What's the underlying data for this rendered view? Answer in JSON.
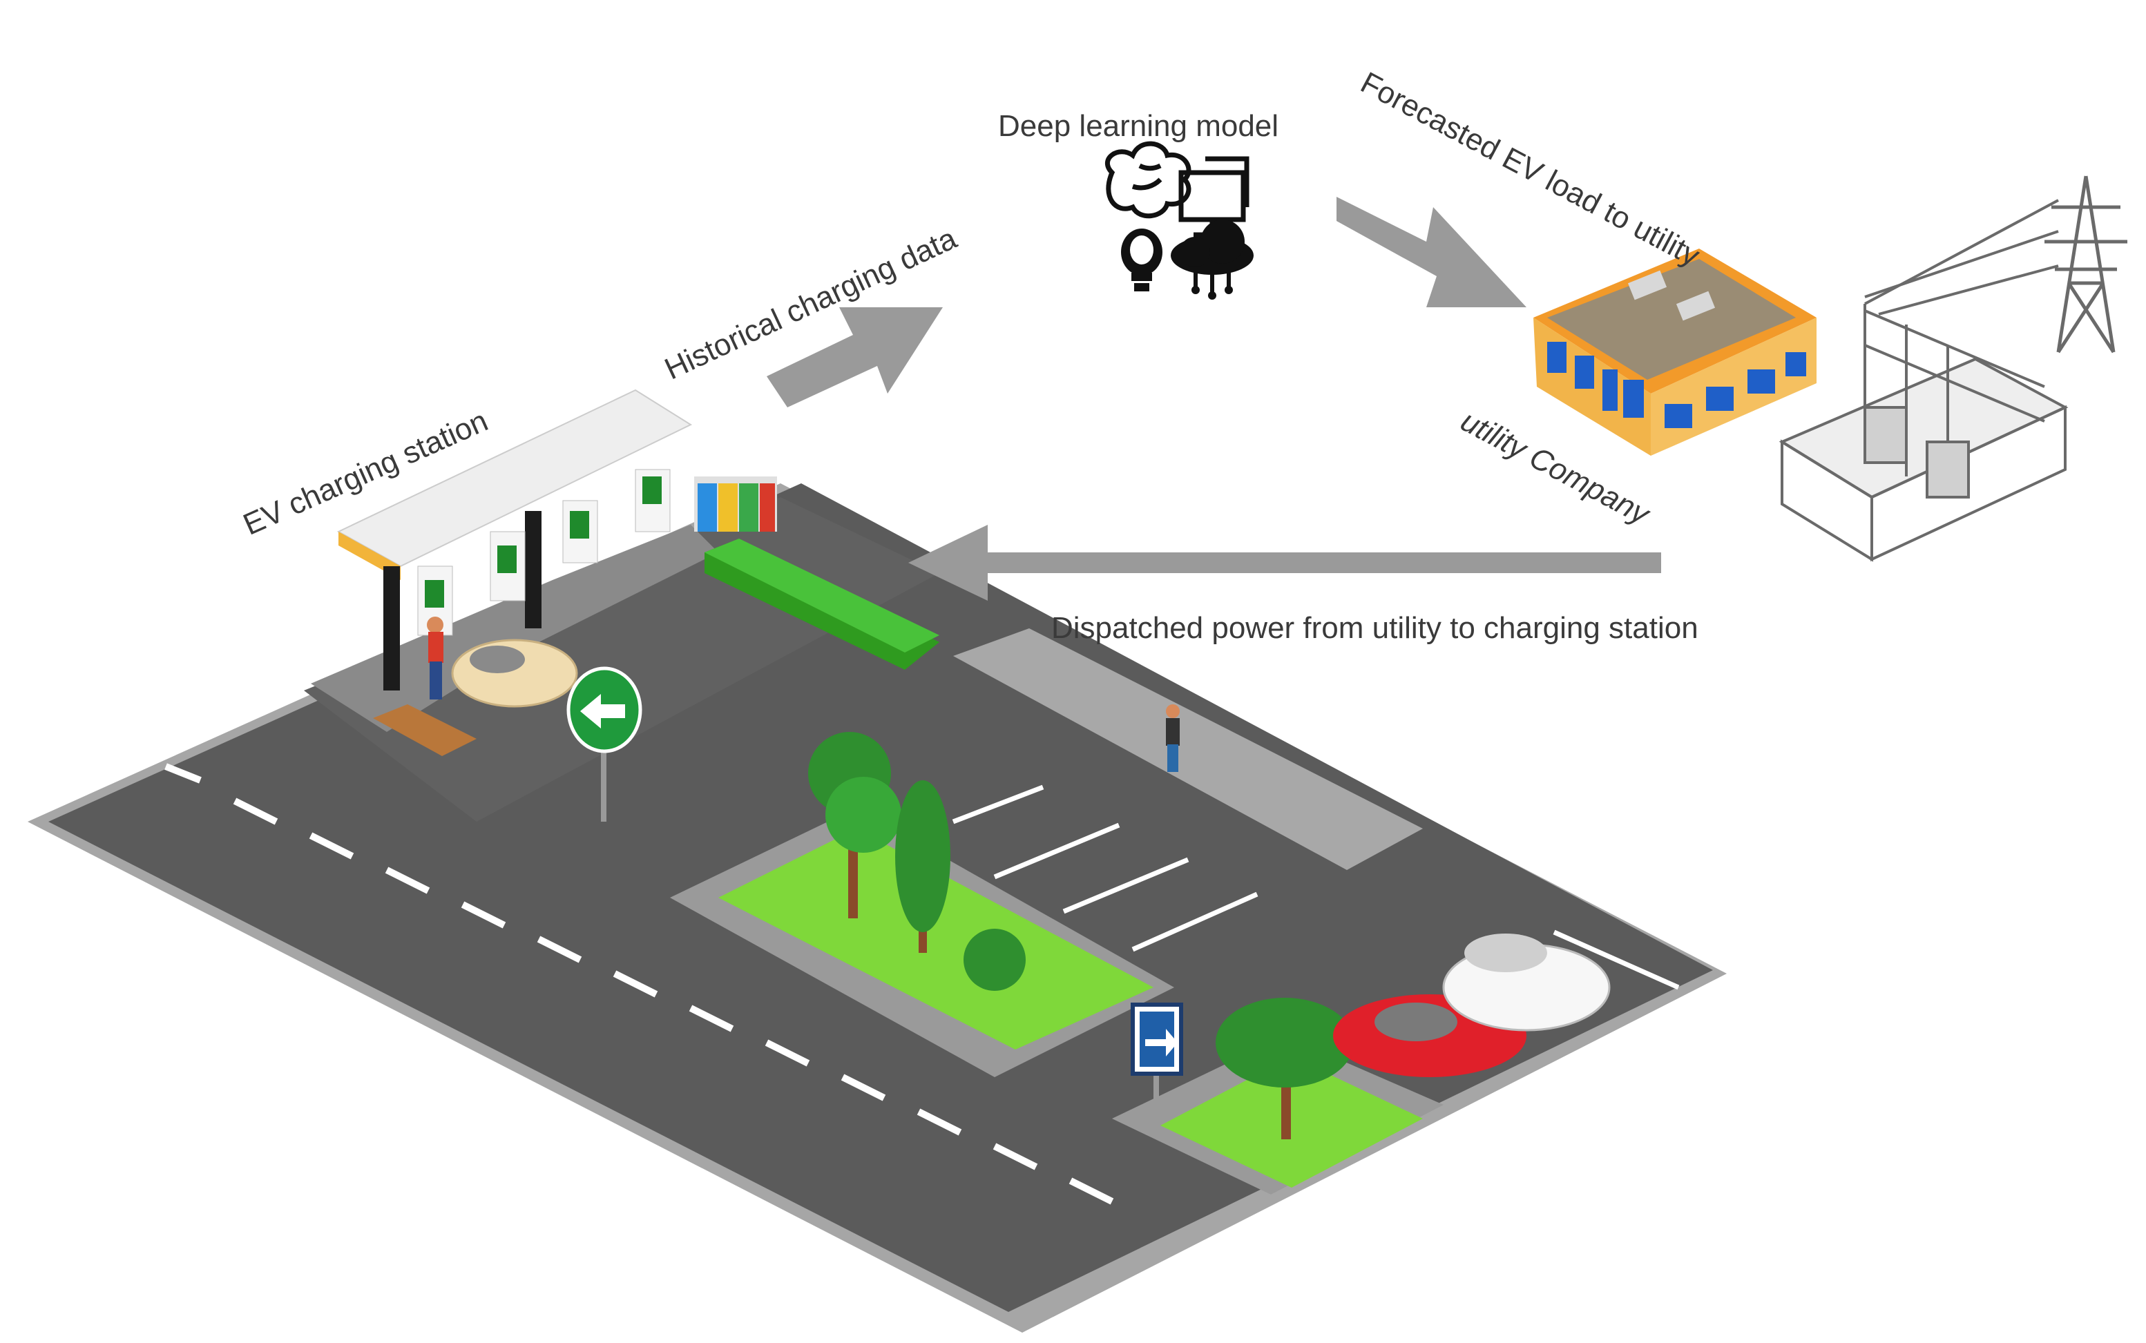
{
  "labels": {
    "ev_station": "EV charging station",
    "historical": "Historical charging data",
    "deep_learning": "Deep learning model",
    "forecasted": "Forecasted EV load to utility",
    "utility": "utility Company",
    "dispatched": "Dispatched power from utility to charging station"
  },
  "colors": {
    "road": "#5e5e5e",
    "sidewalk": "#a8a8a8",
    "grass": "#7fd83a",
    "arrow": "#9a9a9a",
    "sign_green": "#1f9a3c",
    "building_orange": "#f2a23a",
    "window_blue": "#1f5fc8",
    "car_red": "#e0202a"
  },
  "icons": [
    "brain-icon",
    "monitor-icon",
    "lightbulb-icon",
    "cloud-network-icon",
    "left-arrow-sign-icon",
    "right-arrow-sign-icon"
  ]
}
